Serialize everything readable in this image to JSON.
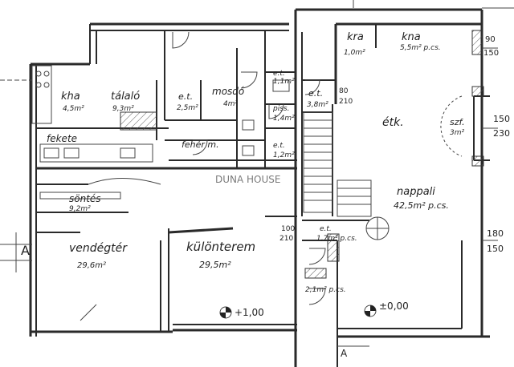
{
  "plan": {
    "watermark": "DUNA HOUSE",
    "rooms": [
      {
        "name": "kra",
        "area": "1,0m²"
      },
      {
        "name": "kna",
        "area": "5,5m² p.cs."
      },
      {
        "name": "kha",
        "area": "4,5m²"
      },
      {
        "name": "tálaló",
        "area": "9,3m²"
      },
      {
        "name": "e.t.",
        "area": "2,5m²"
      },
      {
        "name": "mosdó",
        "area": "4m²"
      },
      {
        "name": "e.t.",
        "area": "1,1m²"
      },
      {
        "name": "piss.",
        "area": "1,4m²"
      },
      {
        "name": "e.t.",
        "area": "3,8m²"
      },
      {
        "name": "étk.",
        "area": ""
      },
      {
        "name": "szf.",
        "area": "3m²"
      },
      {
        "name": "fekete",
        "area": ""
      },
      {
        "name": "fehér m.",
        "area": ""
      },
      {
        "name": "e.t.",
        "area": "1,2m²"
      },
      {
        "name": "söntés",
        "area": "9,2m²"
      },
      {
        "name": "nappali",
        "area": "42,5m² p.cs."
      },
      {
        "name": "vendégtér",
        "area": "29,6m²"
      },
      {
        "name": "különterem",
        "area": "29,5m²"
      },
      {
        "name": "e.t.",
        "area": "1,7m² p.cs."
      },
      {
        "name": "2,1m² p.cs.",
        "area": ""
      }
    ],
    "dimensions": [
      "90",
      "150",
      "150",
      "230",
      "180",
      "150",
      "100",
      "210",
      "80",
      "210"
    ],
    "levels": [
      "+1,00",
      "±0,00"
    ],
    "section_marks": [
      "A",
      "A"
    ]
  }
}
